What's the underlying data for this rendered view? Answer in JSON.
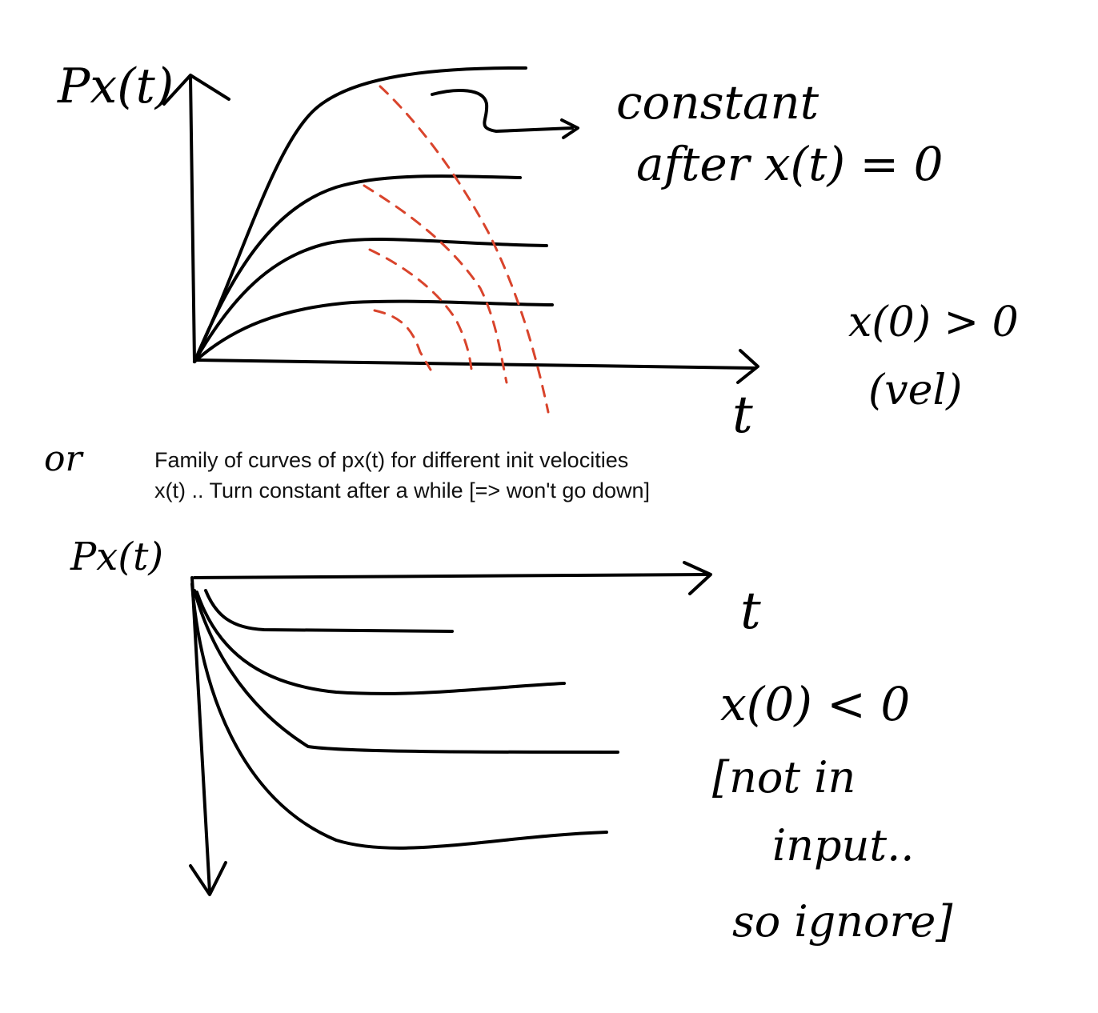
{
  "colors": {
    "ink": "#000000",
    "dashed": "#d9442c",
    "caption": "#111111"
  },
  "top_graph": {
    "y_label": "Px(t)",
    "x_label": "t",
    "annotation_line1": "constant",
    "annotation_line2": "after x(t) = 0",
    "condition_line1": "x(0) > 0",
    "condition_line2": "(vel)"
  },
  "separator_word": "or",
  "caption": {
    "line1": "Family of curves of px(t) for different init velocities",
    "line2": "x(t) .. Turn constant after a while [=> won't go down]"
  },
  "bottom_graph": {
    "y_label": "Px(t)",
    "x_label": "t",
    "condition_line1": "x(0) < 0",
    "condition_line2": "[not in",
    "condition_line3": "input..",
    "condition_line4": "so ignore]"
  }
}
